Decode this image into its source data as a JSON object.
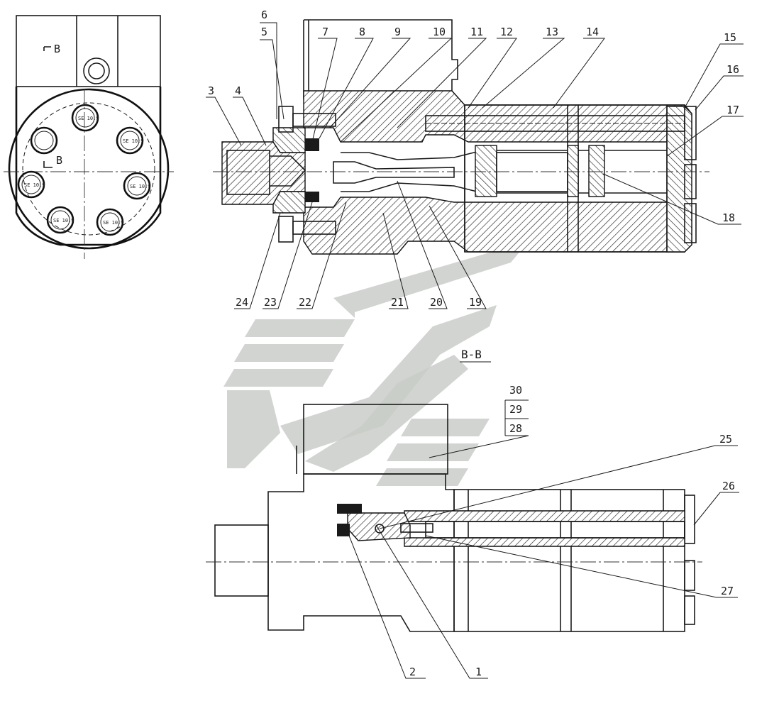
{
  "view_labels": {
    "section_marker": "B",
    "section_marker_lower": "B",
    "section_title": "B-B"
  },
  "bolt_markings": [
    "SE 10.9",
    "SE 10.9",
    "SE 10.9",
    "SE 10.9",
    "SE 10.9",
    "SE 10.9"
  ],
  "leaders_top": [
    {
      "id": "l3",
      "text": "3"
    },
    {
      "id": "l4",
      "text": "4"
    },
    {
      "id": "l6",
      "text": "6"
    },
    {
      "id": "l5",
      "text": "5"
    },
    {
      "id": "l7",
      "text": "7"
    },
    {
      "id": "l8",
      "text": "8"
    },
    {
      "id": "l9",
      "text": "9"
    },
    {
      "id": "l10",
      "text": "10"
    },
    {
      "id": "l11",
      "text": "11"
    },
    {
      "id": "l12",
      "text": "12"
    },
    {
      "id": "l13",
      "text": "13"
    },
    {
      "id": "l14",
      "text": "14"
    },
    {
      "id": "l15",
      "text": "15"
    },
    {
      "id": "l16",
      "text": "16"
    },
    {
      "id": "l17",
      "text": "17"
    },
    {
      "id": "l18",
      "text": "18"
    }
  ],
  "leaders_bottom": [
    {
      "id": "l24",
      "text": "24"
    },
    {
      "id": "l23",
      "text": "23"
    },
    {
      "id": "l22",
      "text": "22"
    },
    {
      "id": "l21",
      "text": "21"
    },
    {
      "id": "l20",
      "text": "20"
    },
    {
      "id": "l19",
      "text": "19"
    }
  ],
  "leaders_section": [
    {
      "id": "l30",
      "text": "30"
    },
    {
      "id": "l29",
      "text": "29"
    },
    {
      "id": "l28",
      "text": "28"
    },
    {
      "id": "l25",
      "text": "25"
    },
    {
      "id": "l26",
      "text": "26"
    },
    {
      "id": "l27",
      "text": "27"
    },
    {
      "id": "l2",
      "text": "2"
    },
    {
      "id": "l1",
      "text": "1"
    }
  ],
  "colors": {
    "line": "#1a1a1a",
    "watermark": "#c9cdc8",
    "background": "#ffffff"
  }
}
